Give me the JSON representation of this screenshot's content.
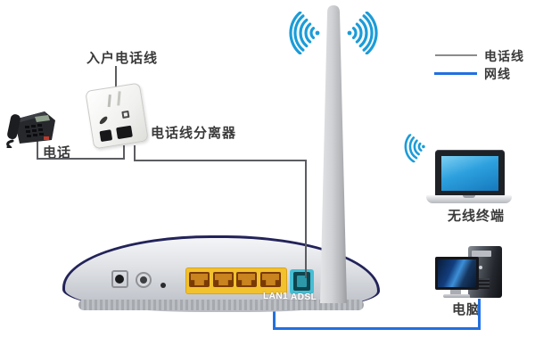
{
  "labels": {
    "incoming_phone_line": "入户电话线",
    "splitter": "电话线分离器",
    "phone": "电话",
    "wireless_terminal": "无线终端",
    "computer": "电脑"
  },
  "legend": {
    "items": [
      {
        "id": "phone-line",
        "label": "电话线",
        "color": "#8b8b8b"
      },
      {
        "id": "network-cable",
        "label": "网线",
        "color": "#2170e0"
      }
    ]
  },
  "router": {
    "lan_port_label": "LAN1",
    "adsl_port_label": "ADSL",
    "colors": {
      "trim": "#23235a",
      "body": "#d9dbdf",
      "lan_block": "#f2c12e",
      "lan_port": "#7a3a06",
      "adsl_port": "#46bed4"
    }
  },
  "colors": {
    "wifi_signal": "#1b9cd8",
    "phone_cable": "#5c5d61",
    "network_cable": "#2170e0",
    "background": "#ffffff"
  }
}
